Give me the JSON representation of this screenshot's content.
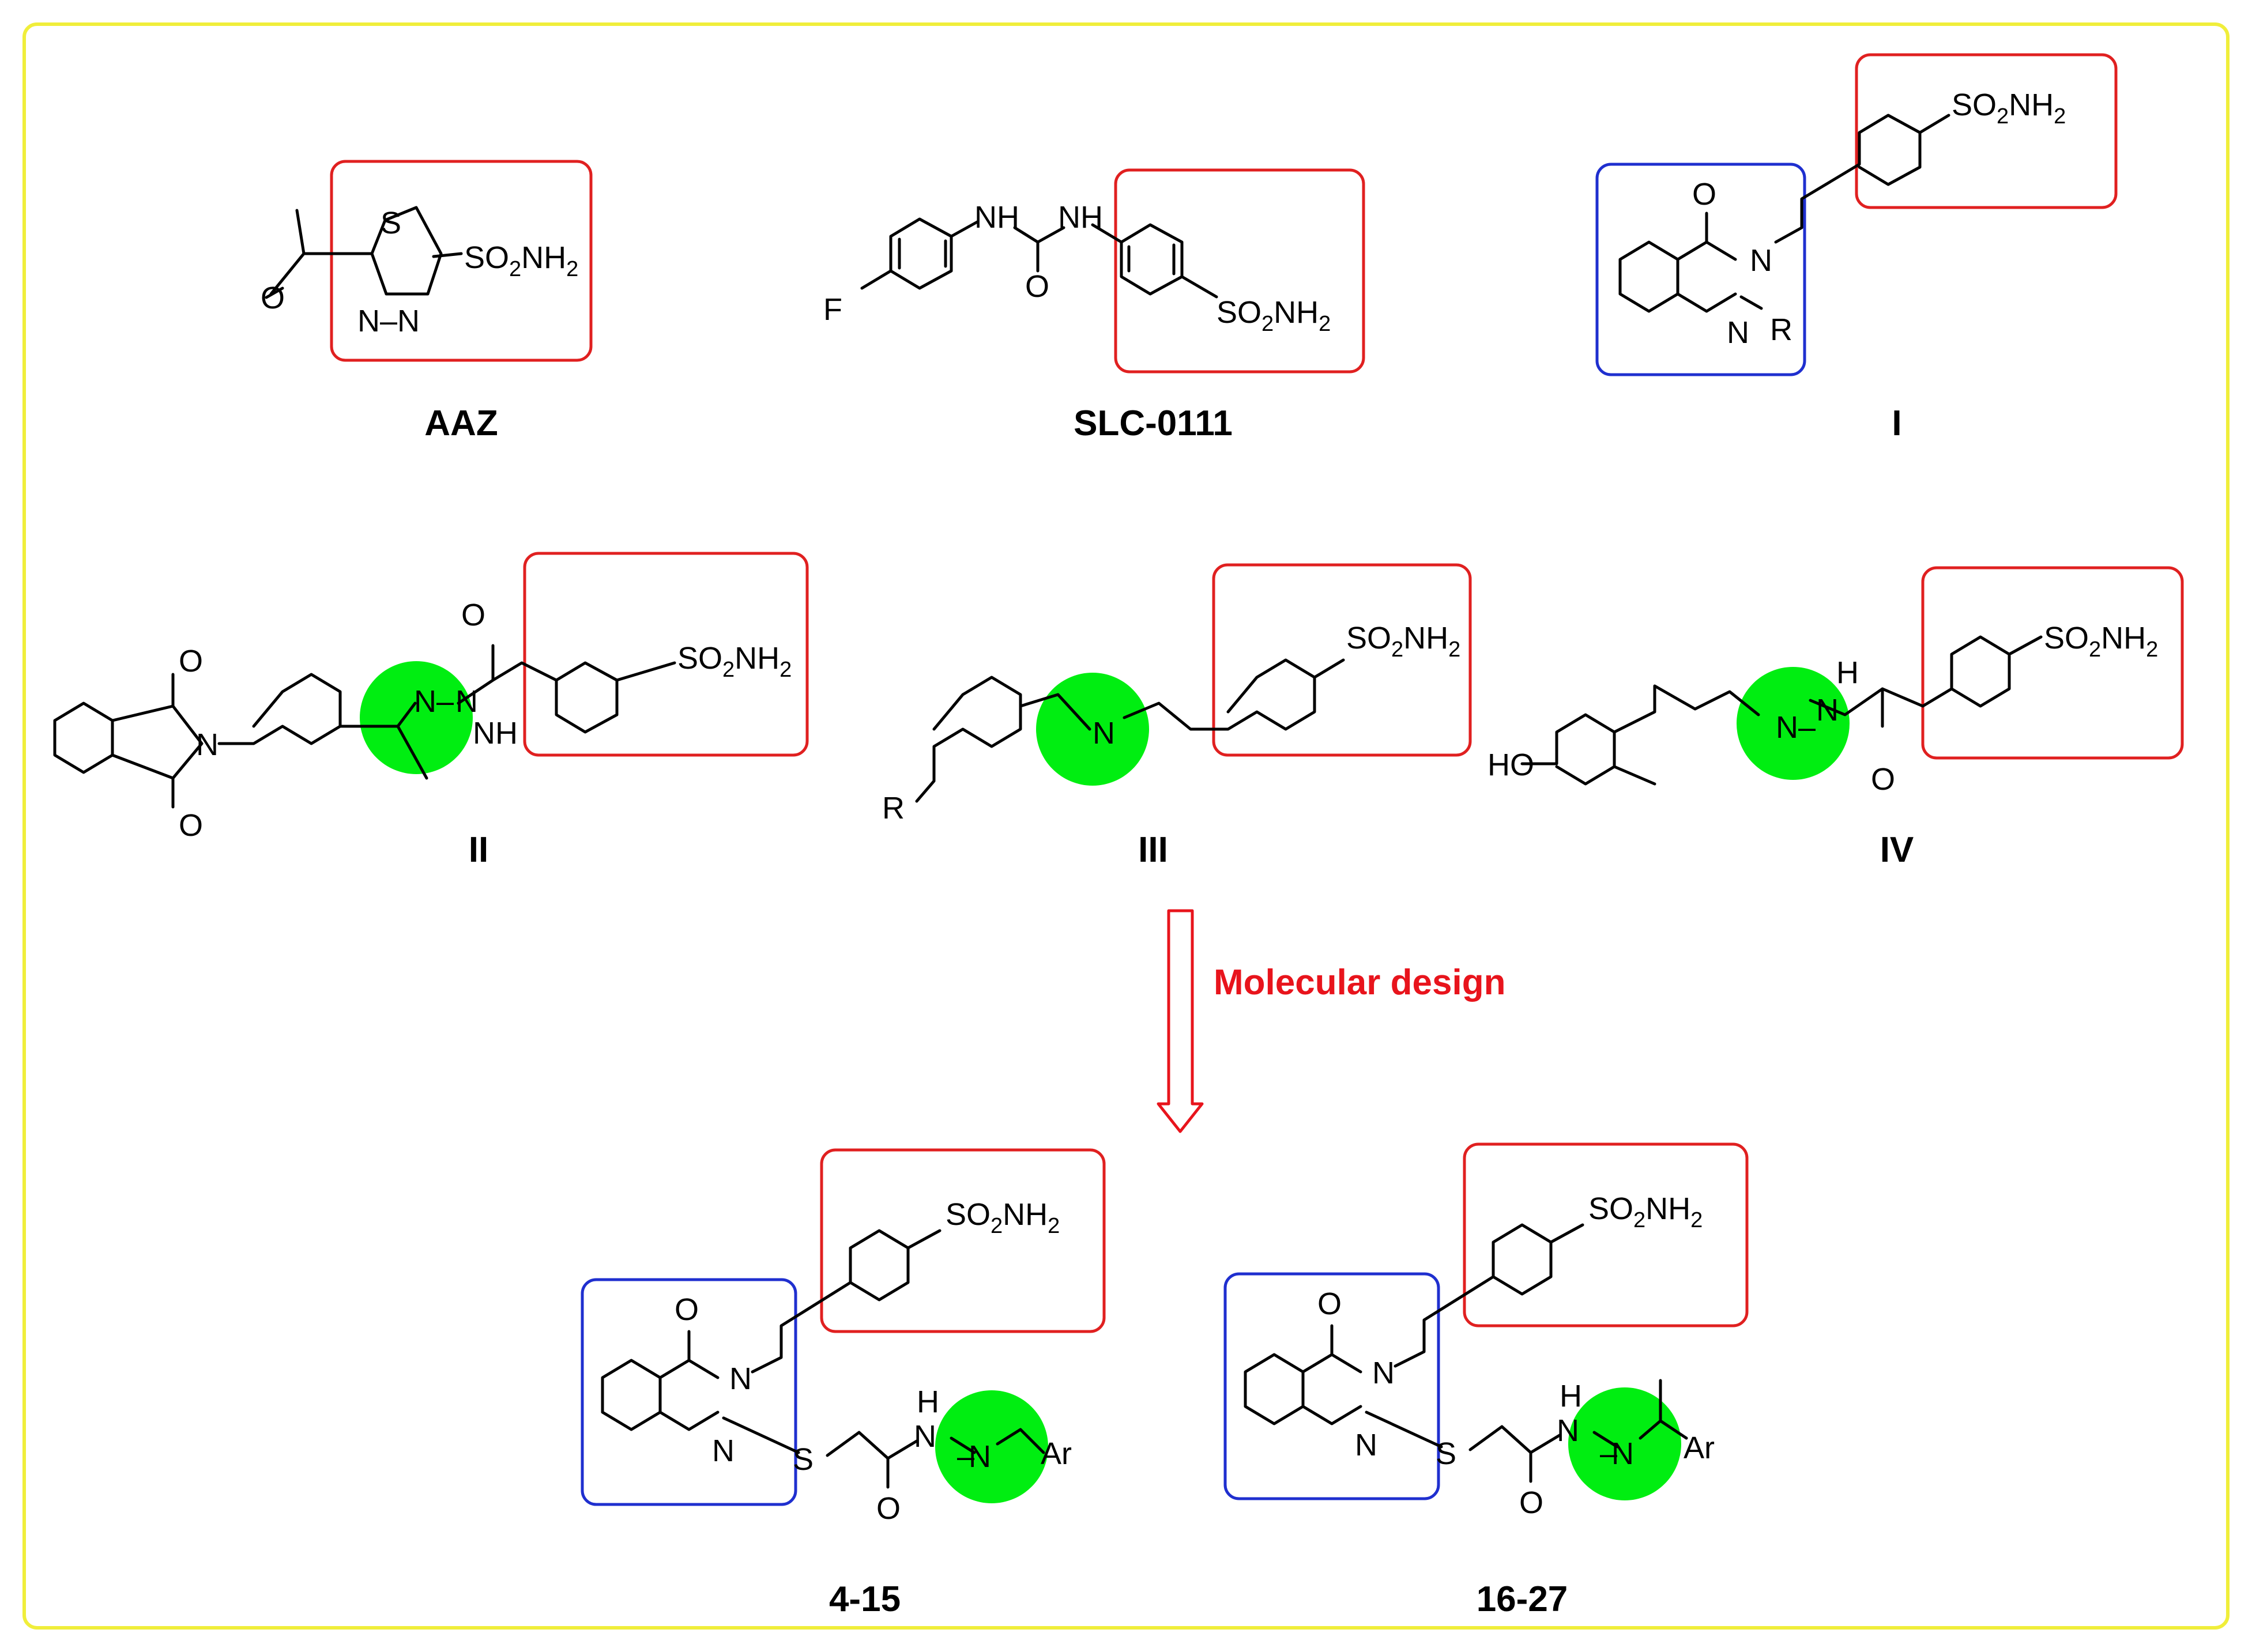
{
  "compounds": [
    {
      "id": "aaz",
      "label": "AAZ"
    },
    {
      "id": "slc",
      "label": "SLC-0111"
    },
    {
      "id": "c1",
      "label": "I"
    },
    {
      "id": "c2",
      "label": "II"
    },
    {
      "id": "c3",
      "label": "III"
    },
    {
      "id": "c4",
      "label": "IV"
    },
    {
      "id": "c415",
      "label": "4-15"
    },
    {
      "id": "c1627",
      "label": "16-27"
    }
  ],
  "arrow_label": "Molecular design",
  "atoms": {
    "so2nh2_a": "SO",
    "so2nh2_b": "2",
    "so2nh2_c": "NH",
    "so2nh2_d": "2",
    "S": "S",
    "N": "N",
    "O": "O",
    "F": "F",
    "R": "R",
    "NH": "NH",
    "HO": "HO",
    "H": "H",
    "Ar": "Ar",
    "NN": "N–N"
  },
  "colors": {
    "frame": "#f0ee3a",
    "pharmacophore_box": "#e02020",
    "scaffold_box": "#1f2fcf",
    "linker_circle": "#00ee11",
    "arrow": "#e8141c"
  }
}
